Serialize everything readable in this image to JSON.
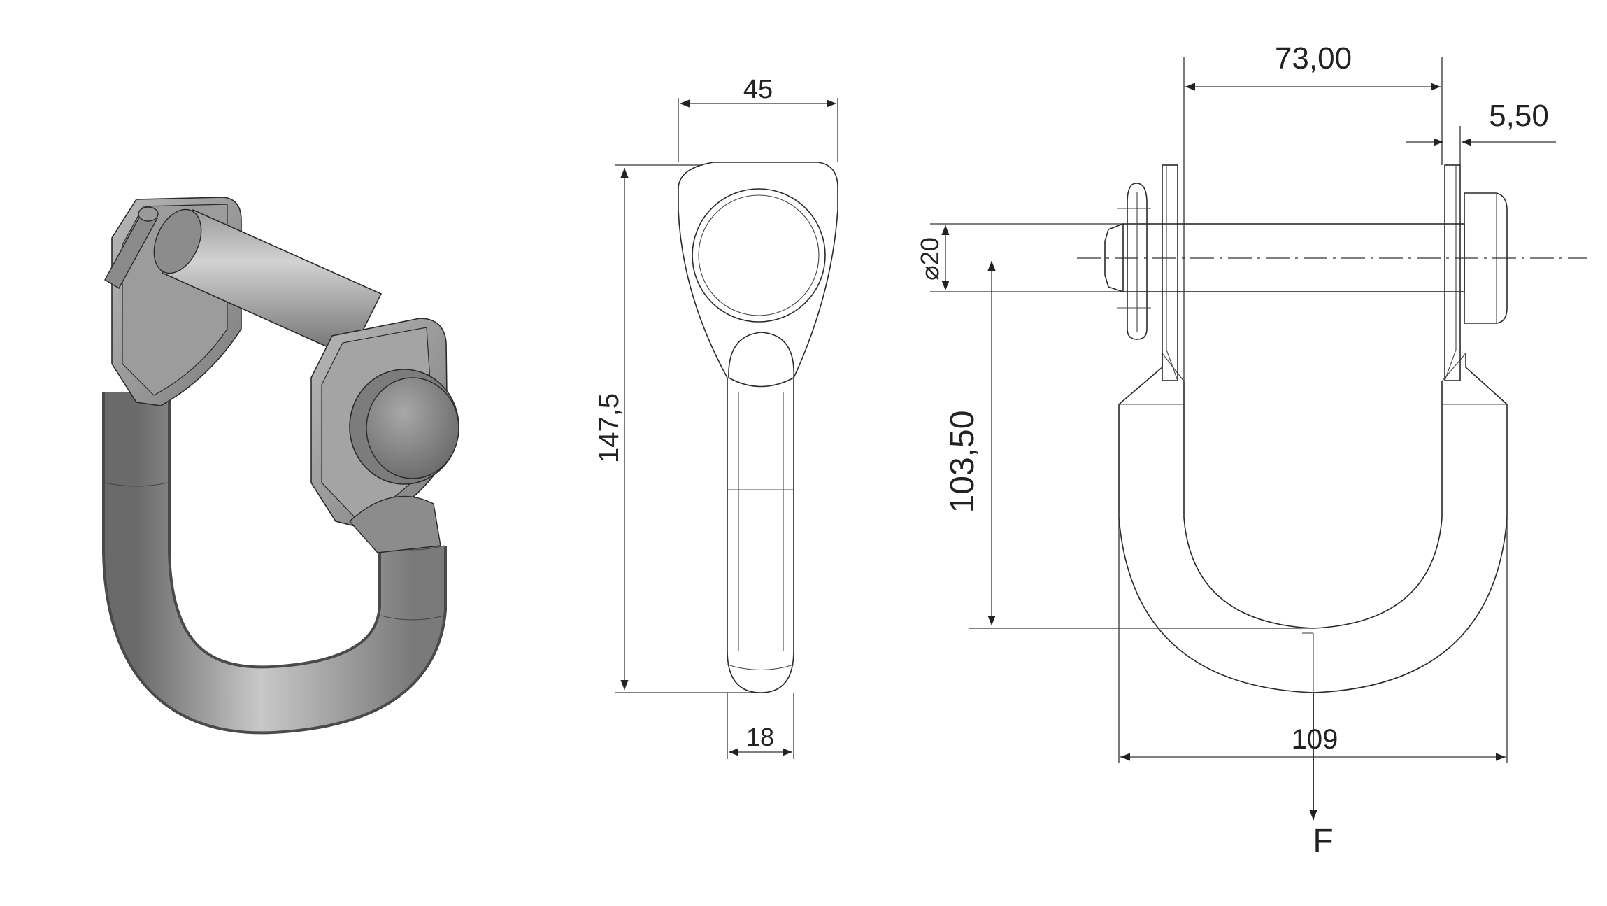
{
  "diagram": {
    "dimensions": {
      "head_width": "45",
      "total_height": "147,5",
      "shank_width": "18",
      "pin_length": "73,00",
      "plate_thickness": "5,50",
      "pin_diameter": "⌀20",
      "inner_height": "103,50",
      "overall_width": "109"
    },
    "force_label": "F"
  }
}
